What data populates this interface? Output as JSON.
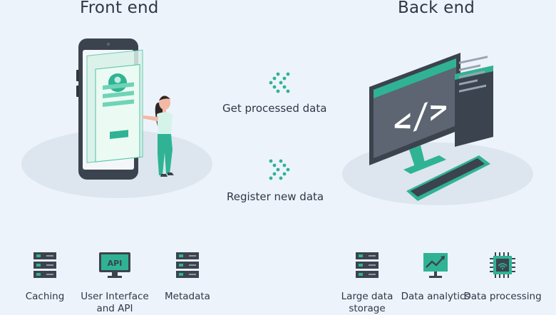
{
  "front": {
    "title": "Front end",
    "features": [
      {
        "label": "Caching",
        "icon": "server-rack-icon"
      },
      {
        "label": "User Interface and API",
        "icon": "api-monitor-icon"
      },
      {
        "label": "Metadata",
        "icon": "server-rack-icon"
      }
    ]
  },
  "back": {
    "title": "Back end",
    "features": [
      {
        "label": "Large data storage",
        "icon": "server-rack-icon"
      },
      {
        "label": "Data analytics",
        "icon": "analytics-chart-icon"
      },
      {
        "label": "Data processing",
        "icon": "cpu-chip-icon"
      }
    ]
  },
  "flows": {
    "get": "Get processed data",
    "register": "Register new data"
  },
  "colors": {
    "background": "#edf3fb",
    "accent": "#2fb394",
    "dark": "#3b434e",
    "platform": "#dde5ee"
  },
  "api_badge": "API"
}
